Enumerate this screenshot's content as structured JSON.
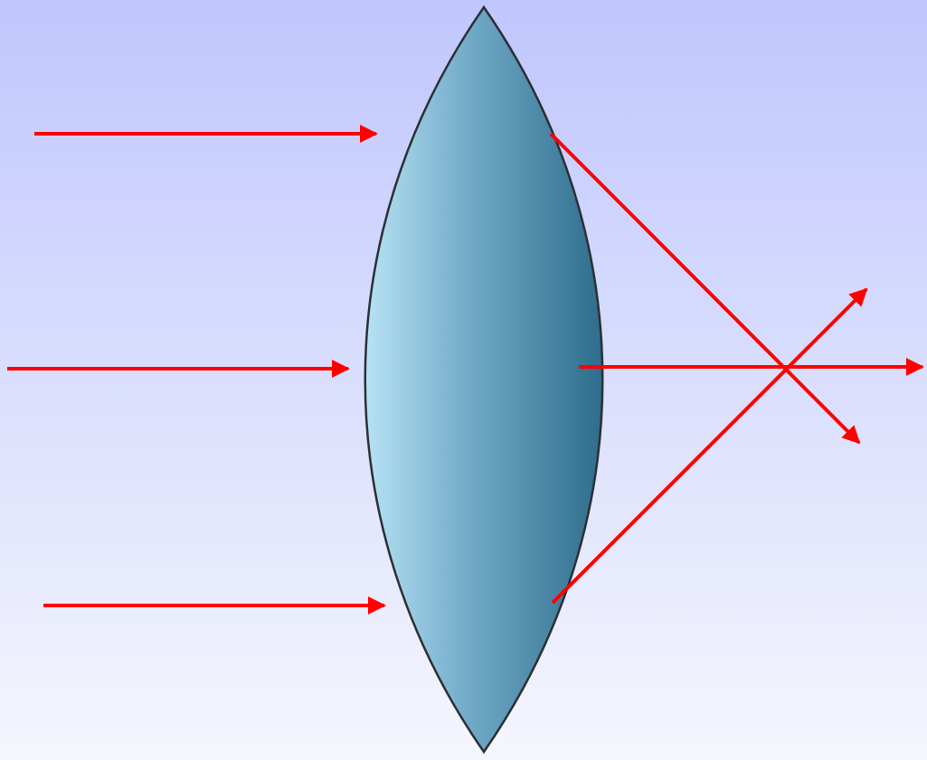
{
  "colors": {
    "background_top": "#bfc7fd",
    "background_bottom": "#f5f6fd",
    "lens_light": "#b7e2f4",
    "lens_dark": "#2f6c8c",
    "lens_outline": "#2b2f33",
    "ray": "#ff0000"
  },
  "diagram": {
    "type": "converging-lens-ray-diagram",
    "lens": "convex",
    "incident_rays": [
      "top",
      "middle",
      "bottom"
    ],
    "refracted_rays": [
      "top",
      "middle",
      "bottom"
    ]
  }
}
